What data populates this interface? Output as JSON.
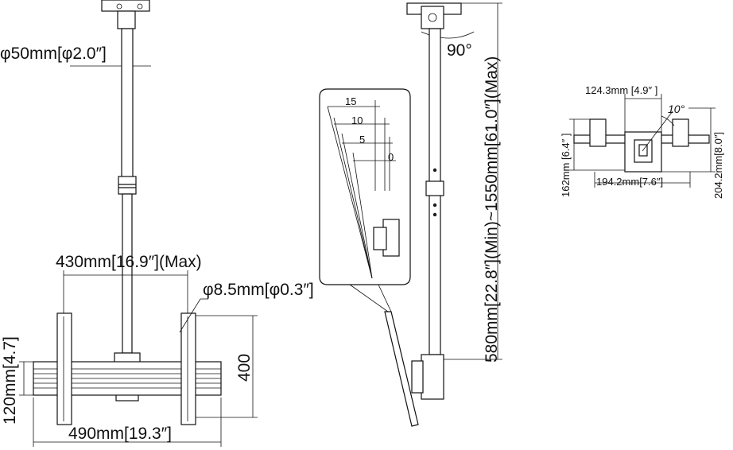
{
  "front_view": {
    "tube_diameter": "φ50mm[φ2.0″]",
    "max_width": "430mm[16.9″](Max)",
    "hole_diameter": "φ8.5mm[φ0.3″]",
    "rail_height": "120mm[4.7]",
    "plate_height": "400",
    "total_width": "490mm[19.3″]"
  },
  "side_view": {
    "rotation": "90°",
    "height_range": "580mm[22.8″](Min)~1550mm[61.0″](Max)",
    "tilt_angles": [
      "15",
      "10",
      "5",
      "0"
    ]
  },
  "top_view": {
    "plate_width": "124.3mm [4.9″  ]",
    "rotation": "10°",
    "left_height": "162mm [6.4″  ]",
    "right_height": "204.2mm[8.0″]",
    "base_width": "194.2mm[7.6″]"
  }
}
